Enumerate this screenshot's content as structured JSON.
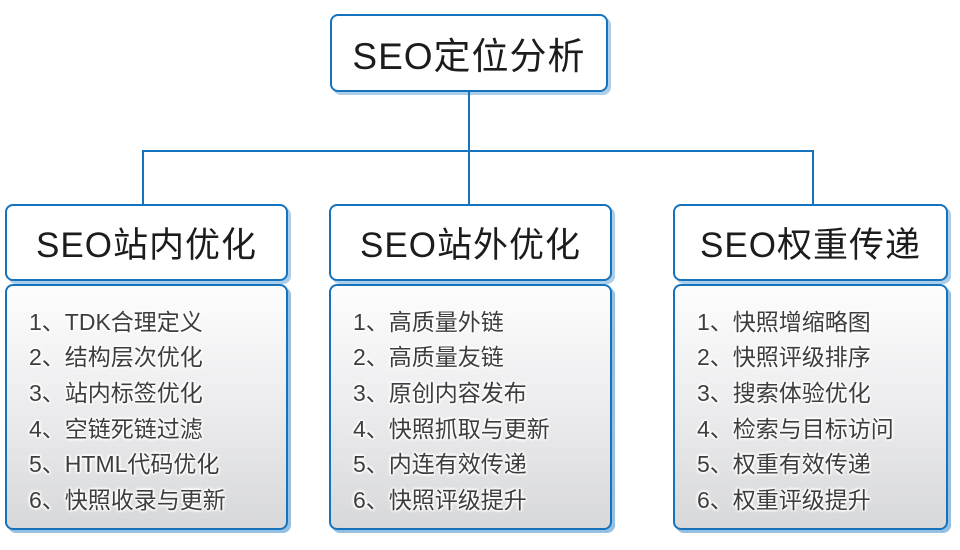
{
  "colors": {
    "border_blue": "#1573bd",
    "shadow_blue": "rgba(21,115,189,0.4)",
    "panel_gradient_top": "#fdfdfe",
    "panel_gradient_bottom": "#d7d8da",
    "heading_text": "#1c1c1c",
    "item_text": "#3d3d3d"
  },
  "root": {
    "title": "SEO定位分析"
  },
  "branches": [
    {
      "title": "SEO站内优化",
      "items": [
        "1、TDK合理定义",
        "2、结构层次优化",
        "3、站内标签优化",
        "4、空链死链过滤",
        "5、HTML代码优化",
        "6、快照收录与更新"
      ]
    },
    {
      "title": "SEO站外优化",
      "items": [
        "1、高质量外链",
        "2、高质量友链",
        "3、原创内容发布",
        "4、快照抓取与更新",
        "5、内连有效传递",
        "6、快照评级提升"
      ]
    },
    {
      "title": "SEO权重传递",
      "items": [
        "1、快照增缩略图",
        "2、快照评级排序",
        "3、搜索体验优化",
        "4、检索与目标访问",
        "5、权重有效传递",
        "6、权重评级提升"
      ]
    }
  ]
}
